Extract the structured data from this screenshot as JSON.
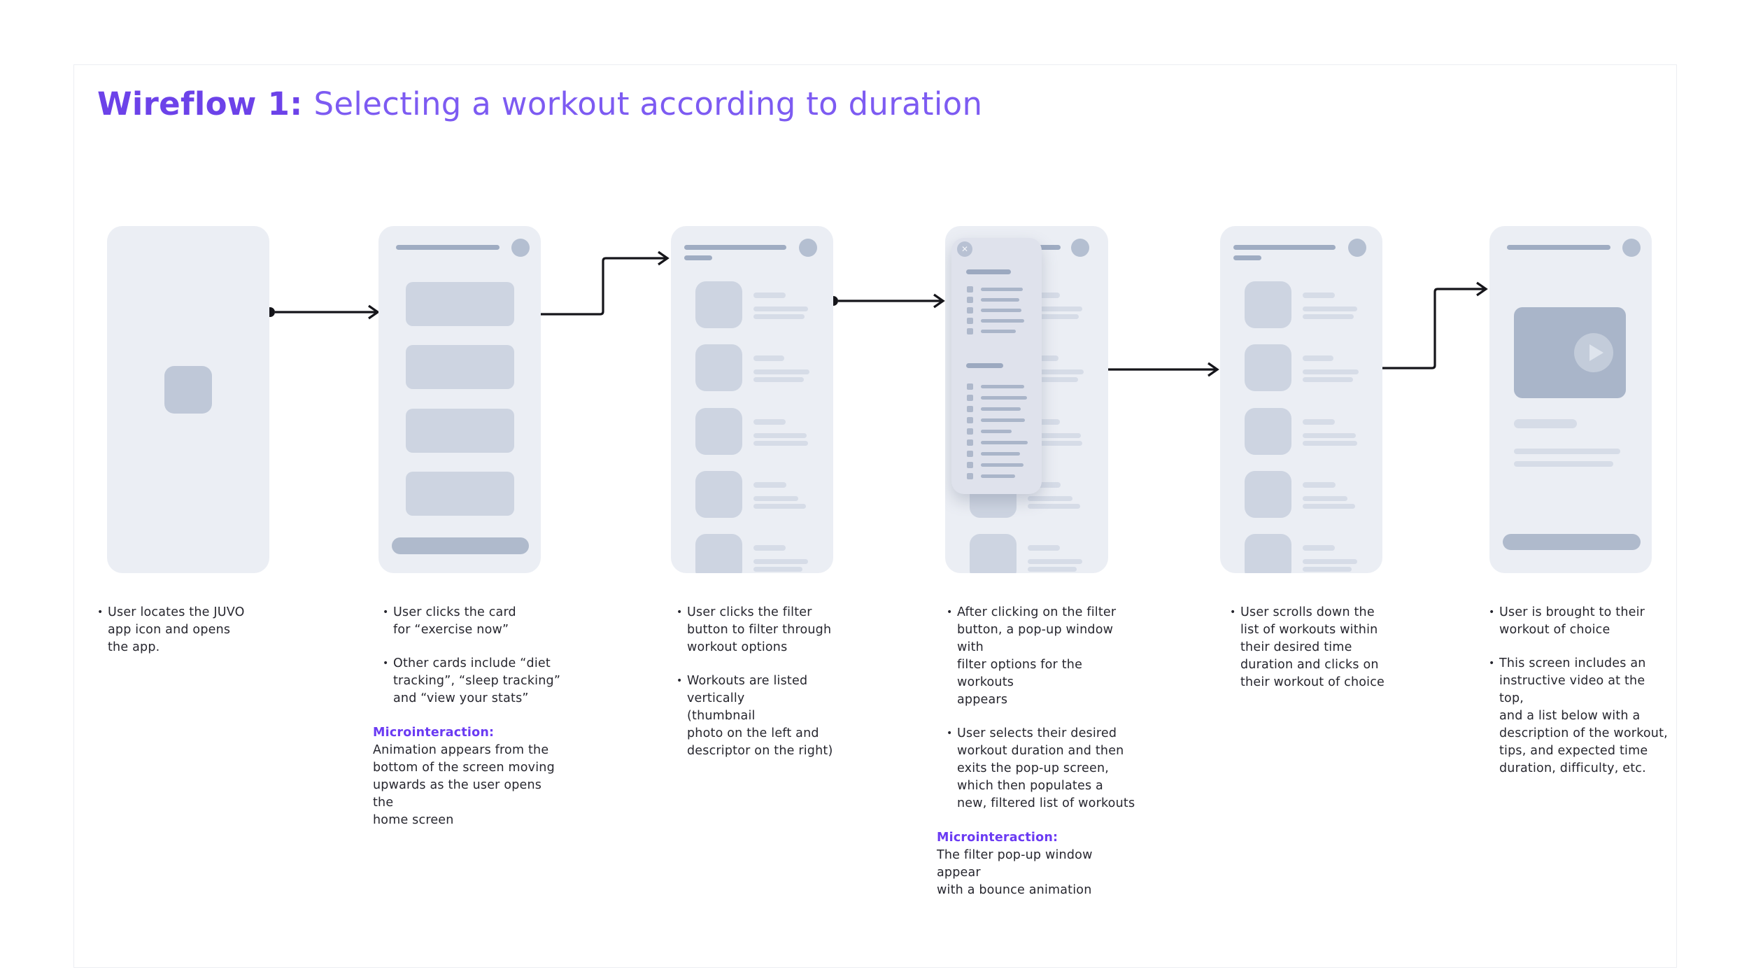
{
  "title": {
    "label": "Wireflow 1:",
    "subtitle": "Selecting a workout according to duration"
  },
  "glyphs": {
    "bullet": "•",
    "close": "✕"
  },
  "colors": {
    "purple_bold": "#6C42E9",
    "purple_reg": "#7D5BF2",
    "micro": "#6B3BF3",
    "text": "#26262E",
    "phone_bg": "#EBEEF4",
    "shape_mid": "#CDD4E1",
    "line_dark": "#9FACC2",
    "line_light": "#D6DCE7",
    "avatar": "#B4BFD1",
    "cta": "#AFBACC",
    "video": "#A9B5C9",
    "popup_bg": "#DFE2EC",
    "connector": "#15151A"
  },
  "annotations": [
    {
      "bullets": [
        "User locates the JUVO\napp icon and opens\nthe app."
      ]
    },
    {
      "bullets": [
        "User clicks the card\nfor “exercise now”",
        "Other cards include “diet\ntracking”, “sleep tracking”\nand “view your stats”"
      ],
      "micro_label": "Microinteraction:",
      "micro_text": "Animation appears from the\nbottom of the screen moving\nupwards as the user opens the\nhome screen"
    },
    {
      "bullets": [
        "User clicks the filter\nbutton to filter through\nworkout options",
        "Workouts are listed vertically\n(thumbnail\nphoto on the left and\ndescriptor on the right)"
      ]
    },
    {
      "bullets": [
        "After clicking on the filter\nbutton, a pop-up window with\nfilter options for the workouts\nappears",
        "User selects their desired\nworkout duration and then\nexits the pop-up screen,\nwhich then populates a\nnew, filtered list of workouts"
      ],
      "micro_label": "Microinteraction:",
      "micro_text": "The filter pop-up window appear\nwith a bounce animation"
    },
    {
      "bullets": [
        "User scrolls down the\nlist of workouts within\ntheir desired time\nduration and clicks on\ntheir workout of choice"
      ]
    },
    {
      "bullets": [
        "User is brought to their\nworkout of choice",
        "This screen includes an\ninstructive video at the top,\nand a list below with a\ndescription of the workout,\ntips, and expected time\nduration, difficulty, etc."
      ]
    }
  ]
}
